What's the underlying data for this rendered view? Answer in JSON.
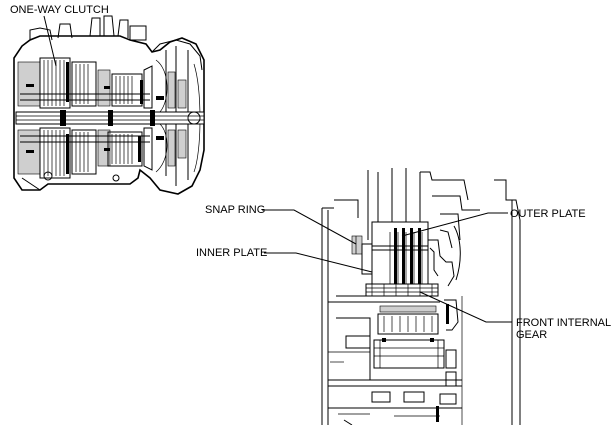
{
  "labels": {
    "one_way_clutch": "ONE-WAY CLUTCH",
    "snap_ring": "SNAP RING",
    "inner_plate": "INNER PLATE",
    "outer_plate": "OUTER PLATE",
    "front_internal_gear_line1": "FRONT INTERNAL",
    "front_internal_gear_line2": "GEAR"
  },
  "colors": {
    "line": "#000000",
    "background": "#ffffff",
    "shade": "#cfcfcf"
  }
}
